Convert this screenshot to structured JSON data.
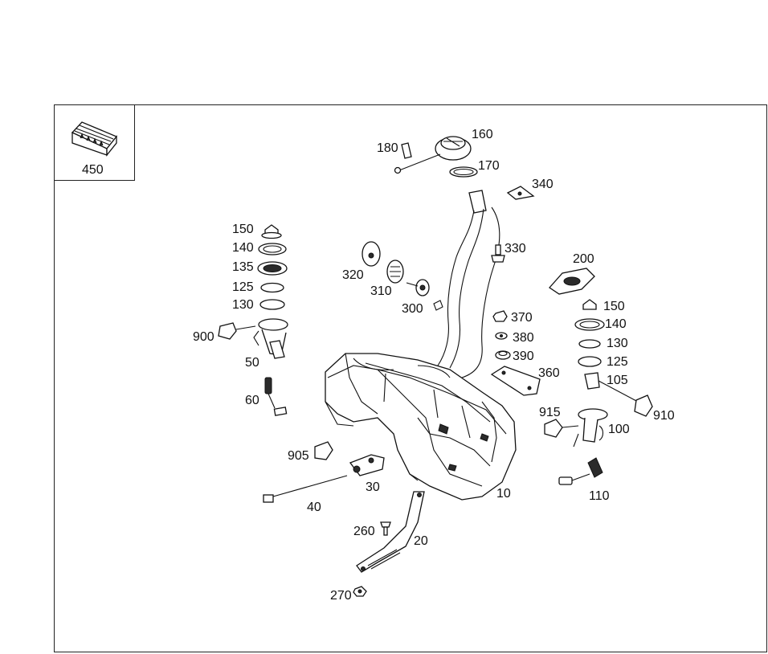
{
  "inset": {
    "label": "450"
  },
  "callouts": [
    "10",
    "20",
    "30",
    "40",
    "50",
    "60",
    "100",
    "105",
    "110",
    "125",
    "130",
    "135",
    "140",
    "150",
    "160",
    "170",
    "180",
    "200",
    "260",
    "270",
    "300",
    "310",
    "320",
    "330",
    "340",
    "360",
    "370",
    "380",
    "390",
    "900",
    "905",
    "910",
    "915",
    "125",
    "130",
    "140",
    "150"
  ],
  "colors": {
    "line": "#111111",
    "background": "#ffffff"
  }
}
